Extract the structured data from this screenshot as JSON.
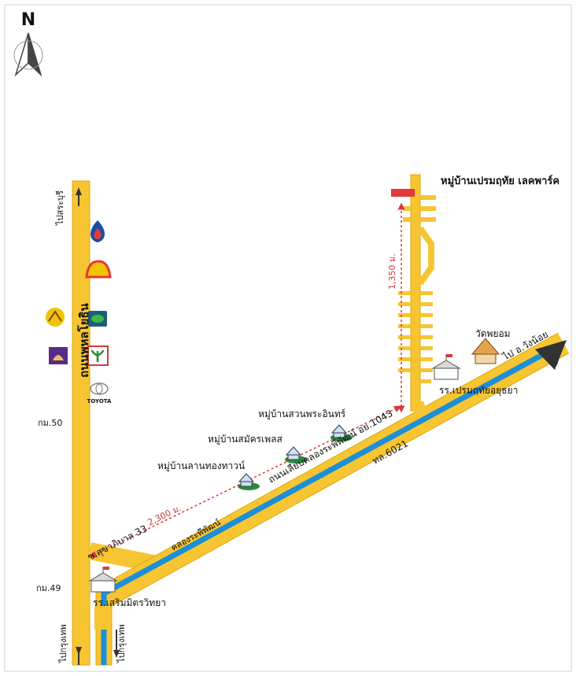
{
  "compass": {
    "letter": "N"
  },
  "colors": {
    "road": "#f7c531",
    "canal": "#1b8fd8",
    "distance_line": "#d63a3a",
    "marker": "#e23a3a",
    "arrow": "#333333"
  },
  "roads": {
    "main_road_name": "ถนนพหลโยธิน",
    "diagonal_road_name": "ถนนเลียบคลองระพีพัฒน์ อย.1043",
    "highway_code": "ทล.6021",
    "canal_name": "คลองระพีพัฒน์",
    "soi_name": "ซ.สุขาภิบาล 33"
  },
  "directions": {
    "to_saraburi": "ไปสระบุรี",
    "to_bangkok_left": "ไปกรุงเทพ",
    "to_bangkok_right": "ไปกรุงเทพ",
    "to_wangnoi": "ไป อ.วังน้อย"
  },
  "km_markers": {
    "km50": "กม.50",
    "km49": "กม.49"
  },
  "places": {
    "prem_lakepark": "หมู่บ้านเปรมฤทัย เลคพาร์ค",
    "wat_phayom": "วัดพยอม",
    "school_prem": "รร.เปรมฤทัยอยุธยา",
    "school_sermmit": "รร.เสริมมิตรวิทยา",
    "village_suan_phra_in": "หมู่บ้านสวนพระอินทร์",
    "village_samakhom": "หมู่บ้านสมัครเพลส",
    "village_lanthong": "หมู่บ้านลานทองทาวน์"
  },
  "distances": {
    "north_segment": "1,350 ม.",
    "diagonal_segment": "2,300 ม."
  },
  "brands": {
    "toyota": "TOYOTA"
  },
  "icons": {
    "compass": "north-arrow-icon",
    "ptt": "ptt-logo-icon",
    "shell": "shell-logo-icon",
    "bangchak": "bangchak-logo-icon",
    "krungsri": "krungsri-logo-icon",
    "scb": "scb-logo-icon",
    "kbank": "kasikorn-logo-icon",
    "toyota": "toyota-logo-icon",
    "school": "school-building-icon",
    "temple": "temple-icon",
    "village": "village-house-icon"
  }
}
